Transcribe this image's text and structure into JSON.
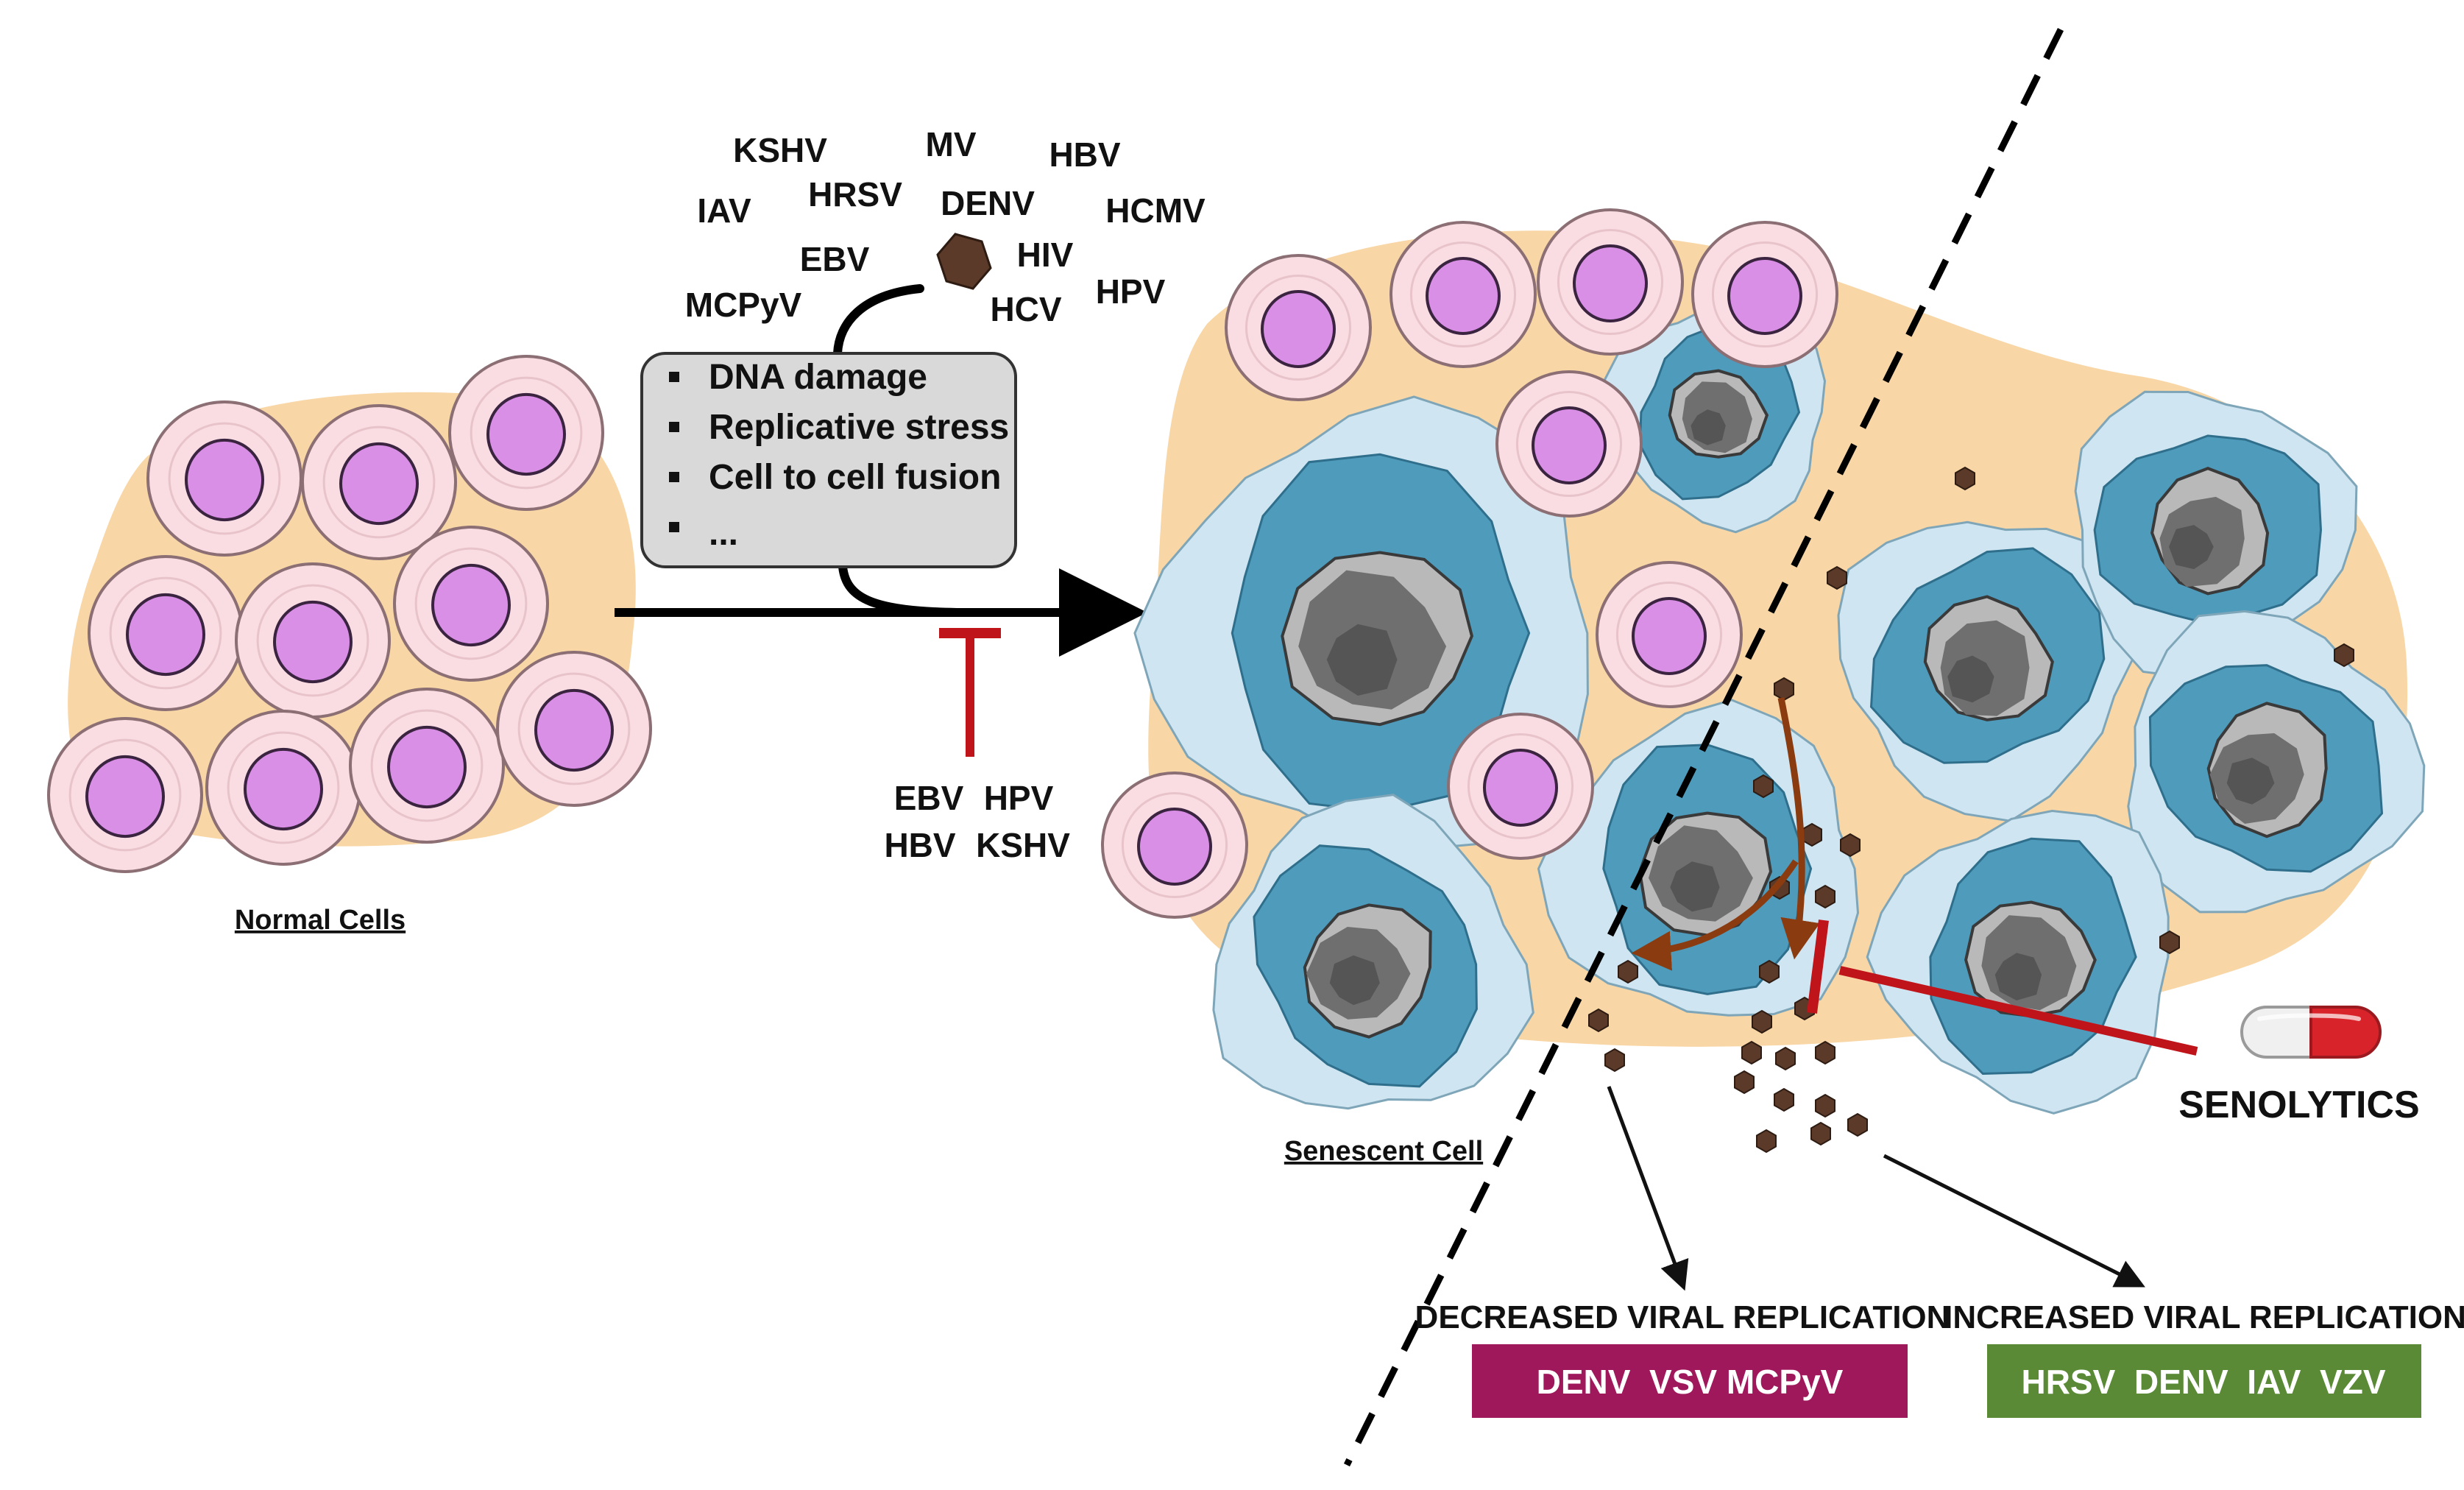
{
  "colors": {
    "normal_cell_fill": "#f9dde2",
    "normal_cell_stroke": "#8b6f74",
    "normal_nucleus": "#d98fe6",
    "tissue_bg": "#f8d6a6",
    "senescent_outer": "#cfe6f2",
    "senescent_inner": "#4f9bbc",
    "senescent_nucleus": "#6f6f6f",
    "virus": "#5b3a2a",
    "inhibit_red": "#c0141b",
    "flow_brown": "#8a3c10",
    "decreased_box": "#a0185c",
    "increased_box": "#5a8a36",
    "stimuli_box": "#d9d9d9"
  },
  "viruses_inducing": [
    "KSHV",
    "MV",
    "HBV",
    "IAV",
    "HRSV",
    "DENV",
    "HCMV",
    "EBV",
    "HIV",
    "MCPyV",
    "HCV",
    "HPV"
  ],
  "stimuli": {
    "items": [
      "DNA damage",
      "Replicative stress",
      "Cell to cell fusion",
      "..."
    ]
  },
  "inhibitors": {
    "row1": [
      "EBV",
      "HPV"
    ],
    "row2": [
      "HBV",
      "KSHV"
    ]
  },
  "captions": {
    "normal": "Normal Cells",
    "senescent": "Senescent Cell"
  },
  "senolytics": {
    "label": "SENOLYTICS",
    "icon": "pill-icon"
  },
  "outcomes": {
    "decreased": {
      "title": "DECREASED VIRAL REPLICATION",
      "viruses": "DENV  VSV MCPyV"
    },
    "increased": {
      "title": "INCREASED VIRAL REPLICATION",
      "viruses": "HRSV  DENV  IAV  VZV"
    }
  }
}
